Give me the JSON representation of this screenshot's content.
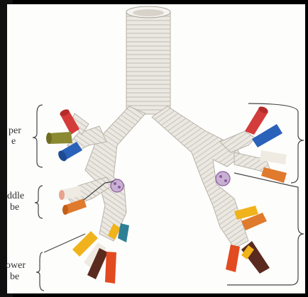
{
  "labels": {
    "upper_lobe": [
      "per",
      "e"
    ],
    "middle_lobe": [
      "ddle",
      "be"
    ],
    "lower_lobe": [
      "ower",
      "be"
    ]
  },
  "colors": {
    "cartilage": "#e9e6df",
    "artery_red": "#d43b3b",
    "vein_blue": "#2a62b9",
    "olive": "#8b8a32",
    "orange": "#e07a2c",
    "yellow": "#f0b31c",
    "brown": "#5a2a1e",
    "node_purple": "#8c5a9e",
    "teal": "#2e7f96",
    "peach": "#e6a38d"
  }
}
